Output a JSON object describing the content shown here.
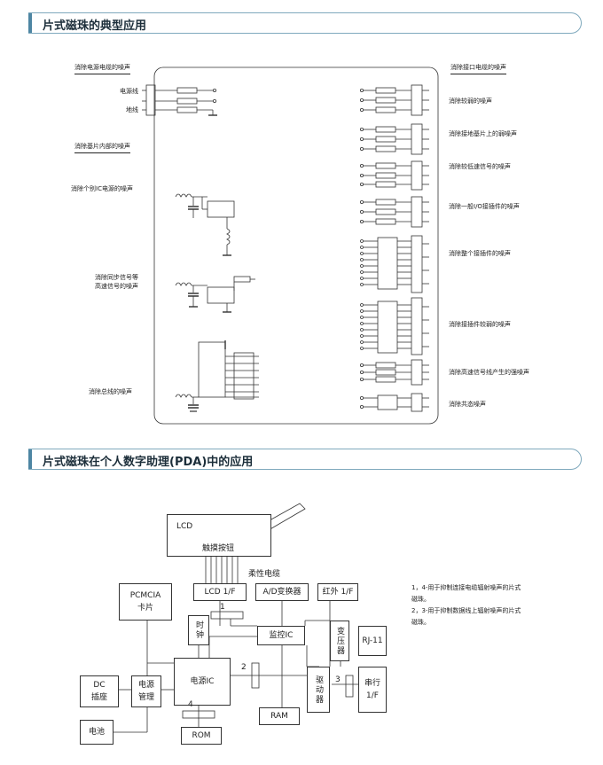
{
  "sections": {
    "s1_title": "片式磁珠的典型应用",
    "s2_title": "片式磁珠在个人数字助理(PDA)中的应用"
  },
  "diagram1": {
    "left_header_power": "消除电源电缆的噪声",
    "power_line": "电源线",
    "ground_line": "地线",
    "left_header_board": "消除基片内部的噪声",
    "ic_noise": "消除个别IC电源的噪声",
    "sync_noise_1": "消除同步信号等",
    "sync_noise_2": "高速信号的噪声",
    "bus_noise": "消除总线的噪声",
    "right_header": "消除接口电缆的噪声",
    "weak_noise": "消除较弱的噪声",
    "ground_plane_noise": "消除接地基片上的弱噪声",
    "low_speed_noise": "消除较低速信号的噪声",
    "io_noise": "消除一般I/O接插件的噪声",
    "connector_noise": "消除整个接插件的噪声",
    "radiation_noise": "消除接插件较弱的噪声",
    "highspeed_strong_noise": "消除高速信号线产生的强噪声",
    "common_mode_noise": "消除共态噪声"
  },
  "diagram2": {
    "lcd": "LCD",
    "touch_button": "触摸按钮",
    "flex_cable": "柔性电缆",
    "lcd_if": "LCD 1/F",
    "ad_converter": "A/D变换器",
    "ir_if": "红外 1/F",
    "pcmcia_1": "PCMCIA",
    "pcmcia_2": "卡片",
    "clock": "时钟",
    "monitor_ic": "监控IC",
    "transformer": "变压器",
    "rj11": "RJ-11",
    "dc_1": "DC",
    "dc_2": "插座",
    "power_mgmt_1": "电源",
    "power_mgmt_2": "管理",
    "power_ic": "电源IC",
    "driver": "驱动器",
    "serial_1": "串行",
    "serial_2": "1/F",
    "battery": "电池",
    "rom": "ROM",
    "ram": "RAM",
    "num_1": "1",
    "num_2": "2",
    "num_3": "3",
    "num_4": "4",
    "note_1a": "1，4-用于抑制连接电缆辐射噪声的片式",
    "note_1b": "磁珠。",
    "note_2a": "2，3-用于抑制数据线上辐射噪声的片式",
    "note_2b": "磁珠。"
  },
  "colors": {
    "accent": "#4e86a3",
    "header_border": "#7fa9bd",
    "line": "#333333"
  }
}
